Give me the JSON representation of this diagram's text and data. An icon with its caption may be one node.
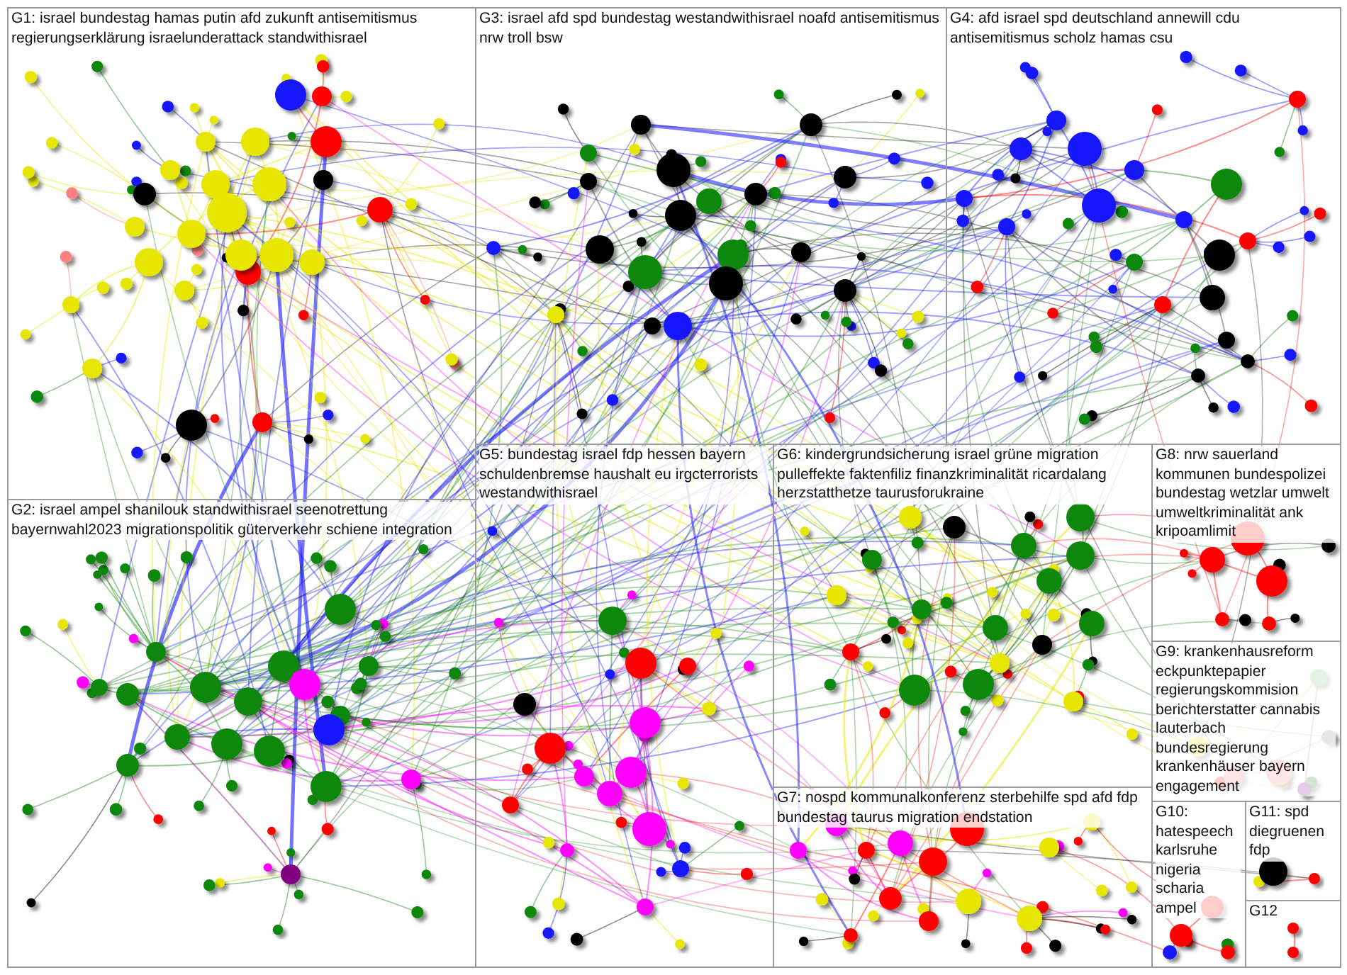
{
  "diagram": {
    "nodes": [
      {
        "text": [
          "G1: israel bundestag hamas putin afd zukunft antisemitismus regierungserklärung israelunderattack standwithisrael"
        ]
      },
      {
        "text": [
          "G3: israel afd spd bundestag westandwithisrael noafd antisemitismus nrw troll bsw"
        ]
      },
      {
        "text": [
          "G4: afd israel spd deutschland annewill cdu antisemitismus scholz hamas csu"
        ]
      },
      {
        "text": [
          "G5: bundestag israel fdp hessen bayern schuldenbremse haushalt eu irgcterrorists westandwithisrael"
        ]
      },
      {
        "text": [
          "G6: kindergrundsicherung israel grüne migration pulleffekte faktenfiliz finanzkriminalität ricardalang herzstatthetze taurusforukraine"
        ]
      },
      {
        "text": [
          "G8: nrw sauerland kommunen bundespolizei bundestag wetzlar umwelt umweltkriminalität ank kripoamlimit"
        ]
      },
      {
        "text": [
          "G2: israel ampel shanilouk standwithisrael seenotrettung bayernwahl2023 migrationspolitik güterverkehr schiene integration"
        ]
      },
      {
        "text": [
          "G9: krankenhausreform eckpunktepapier regierungskommision berichterstatter cannabis lauterbach bundesregierung krankenhäuser bayern engagement"
        ]
      },
      {
        "text": [
          "G7: nospd kommunalkonferenz sterbehilfe spd afd fdp bundestag taurus migration endstation"
        ]
      },
      {
        "text": [
          "G10: hatespeech karlsruhe nigeria scharia ampel"
        ]
      },
      {
        "text": [
          "G11: spd diegruenen fdp"
        ]
      },
      {
        "text": [
          "G12"
        ]
      }
    ]
  }
}
